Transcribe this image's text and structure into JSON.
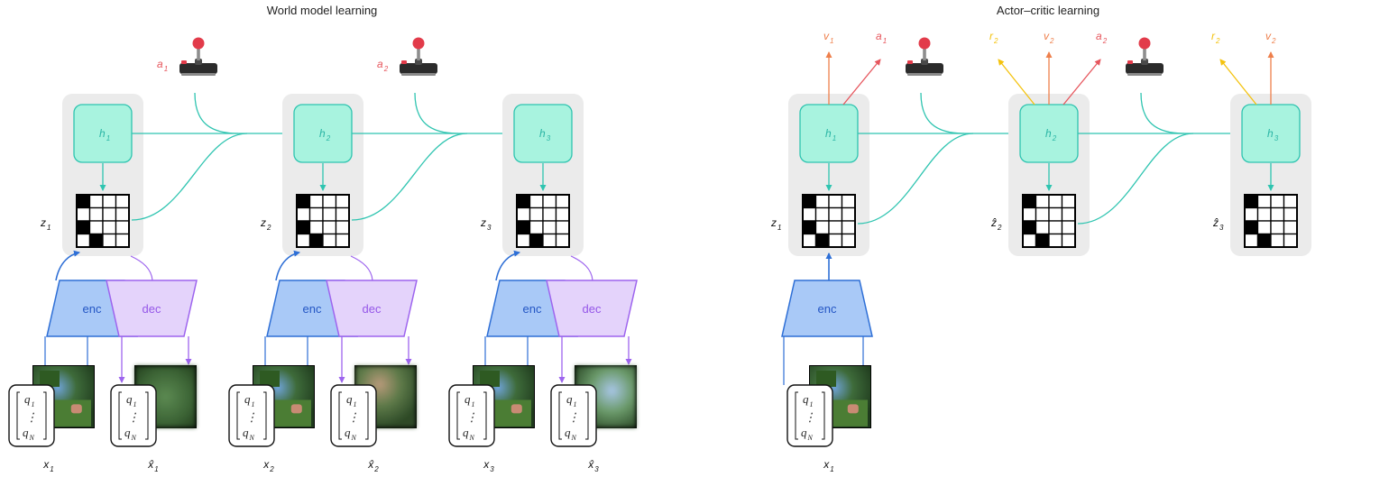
{
  "titles": {
    "world_model": "World model learning",
    "actor_critic": "Actor–critic learning"
  },
  "labels": {
    "enc": "enc",
    "dec": "dec",
    "q_top": "q",
    "q_top_sub": "1",
    "q_dots": "⋮",
    "q_bot": "q",
    "q_bot_sub": "N"
  },
  "world_model": {
    "steps": [
      {
        "h": "h",
        "h_sub": "1",
        "z": "z",
        "z_sub": "1",
        "x": "x",
        "x_sub": "1",
        "xhat": "x̂",
        "xhat_sub": "1",
        "a": "a",
        "a_sub": "1"
      },
      {
        "h": "h",
        "h_sub": "2",
        "z": "z",
        "z_sub": "2",
        "x": "x",
        "x_sub": "2",
        "xhat": "x̂",
        "xhat_sub": "2",
        "a": "a",
        "a_sub": "2"
      },
      {
        "h": "h",
        "h_sub": "3",
        "z": "z",
        "z_sub": "3",
        "x": "x",
        "x_sub": "3",
        "xhat": "x̂",
        "xhat_sub": "3"
      }
    ]
  },
  "actor_critic": {
    "x": "x",
    "x_sub": "1",
    "steps": [
      {
        "h": "h",
        "h_sub": "1",
        "z": "z",
        "z_sub": "1",
        "v": "v",
        "v_sub": "1",
        "a": "a",
        "a_sub": "1"
      },
      {
        "h": "h",
        "h_sub": "2",
        "z": "ẑ",
        "z_sub": "2",
        "r": "r",
        "r_sub": "2",
        "v": "v",
        "v_sub": "2",
        "a": "a",
        "a_sub": "2"
      },
      {
        "h": "h",
        "h_sub": "3",
        "z": "ẑ",
        "z_sub": "3",
        "r": "r",
        "r_sub": "2",
        "v": "v",
        "v_sub": "2"
      }
    ]
  },
  "grid_pattern": [
    [
      1,
      0,
      0,
      0,
      0,
      0,
      0,
      0,
      1,
      0,
      0,
      0,
      0,
      1,
      0,
      0
    ],
    [
      1,
      0,
      0,
      0,
      0,
      0,
      0,
      0,
      1,
      0,
      0,
      0,
      0,
      1,
      0,
      0
    ],
    [
      1,
      0,
      0,
      0,
      0,
      0,
      0,
      0,
      1,
      0,
      0,
      0,
      0,
      1,
      0,
      0
    ]
  ],
  "colors": {
    "teal": "#2ec4b0",
    "teal_fill": "#a8f3df",
    "enc_fill": "#a9c9f7",
    "enc_stroke": "#2e6fd6",
    "enc_text": "#2456c4",
    "dec_fill": "#e4d3fb",
    "dec_stroke": "#9d64ee",
    "dec_text": "#9557e8",
    "action": "#e6555c",
    "value": "#ee7f4b",
    "reward": "#f4c20d",
    "panel": "#ebebeb"
  }
}
